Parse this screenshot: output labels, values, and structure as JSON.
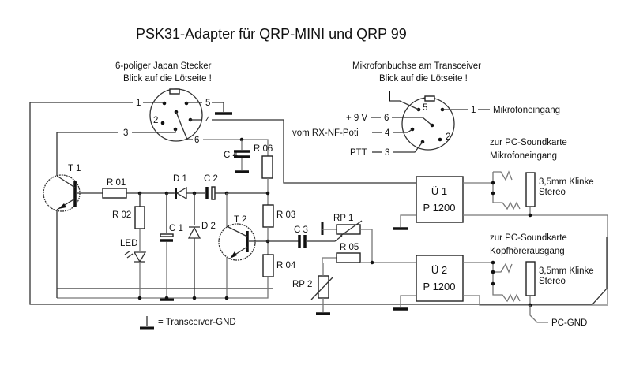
{
  "title": "PSK31-Adapter für QRP-MINI und QRP 99",
  "connector_left": {
    "heading_line1": "6-poliger Japan Stecker",
    "heading_line2": "Blick auf die Lötseite !",
    "pins": [
      "1",
      "2",
      "3",
      "4",
      "5",
      "6"
    ]
  },
  "connector_right": {
    "heading_line1": "Mikrofonbuchse am Transceiver",
    "heading_line2": "Blick auf die Lötseite !",
    "pins": [
      "5",
      "1",
      "6",
      "4",
      "2",
      "3"
    ],
    "pin_labels": {
      "plus9v": "+ 9 V",
      "rx_nf_poti": "vom RX-NF-Poti",
      "ptt": "PTT",
      "mic_in": "Mikrofoneingang"
    }
  },
  "components": {
    "t1": "T 1",
    "t2": "T 2",
    "r01": "R 01",
    "r02": "R 02",
    "r03": "R 03",
    "r04": "R 04",
    "r05": "R 05",
    "r06": "R 06",
    "c1": "C 1",
    "c2": "C 2",
    "c3": "C 3",
    "c4": "C 4",
    "d1": "D 1",
    "d2": "D 2",
    "led": "LED",
    "rp1": "RP 1",
    "rp2": "RP 2"
  },
  "transformers": [
    {
      "name": "Ü 1",
      "type": "P 1200"
    },
    {
      "name": "Ü 2",
      "type": "P 1200"
    }
  ],
  "soundcard": {
    "mic_line1": "zur PC-Soundkarte",
    "mic_line2": "Mikrofoneingang",
    "hp_line1": "zur PC-Soundkarte",
    "hp_line2": "Kopfhörerausgang",
    "jack_line1": "3,5mm Klinke",
    "jack_line2": "Stereo",
    "pc_gnd": "PC-GND"
  },
  "legend": {
    "ground": "= Transceiver-GND"
  }
}
